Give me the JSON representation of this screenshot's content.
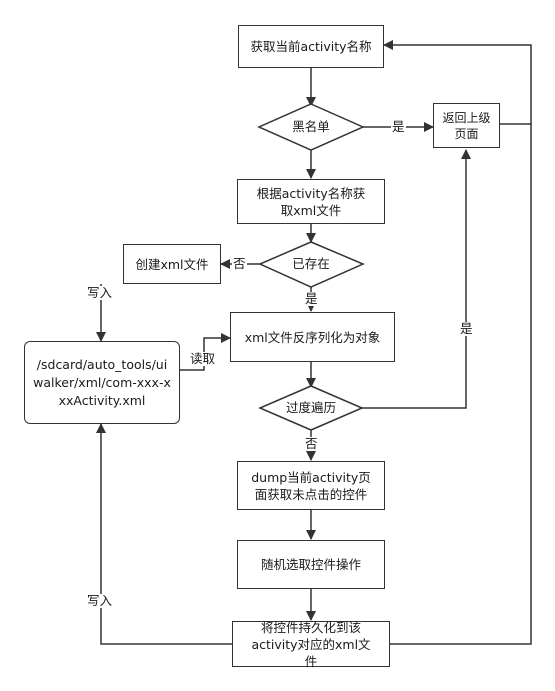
{
  "nodes": {
    "get_name": "获取当前activity名称",
    "blacklist": "黑名单",
    "go_back": "返回上级页面",
    "get_xml": "根据activity名称获取xml文件",
    "exists": "已存在",
    "create_xml": "创建xml文件",
    "xml_path": "/sdcard/auto_tools/uiwalker/xml/com-xxx-xxxActivity.xml",
    "deserialize": "xml文件反序列化为对象",
    "over_traverse": "过度遍历",
    "dump": "dump当前activity页面获取未点击的控件",
    "random_select": "随机选取控件操作",
    "persist": "将控件持久化到该activity对应的xml文件"
  },
  "edges": {
    "yes_blacklist": "是",
    "no_exists": "否",
    "yes_exists": "是",
    "write_top": "写入",
    "read": "读取",
    "yes_traverse": "是",
    "no_traverse": "否",
    "write_bottom": "写入"
  }
}
